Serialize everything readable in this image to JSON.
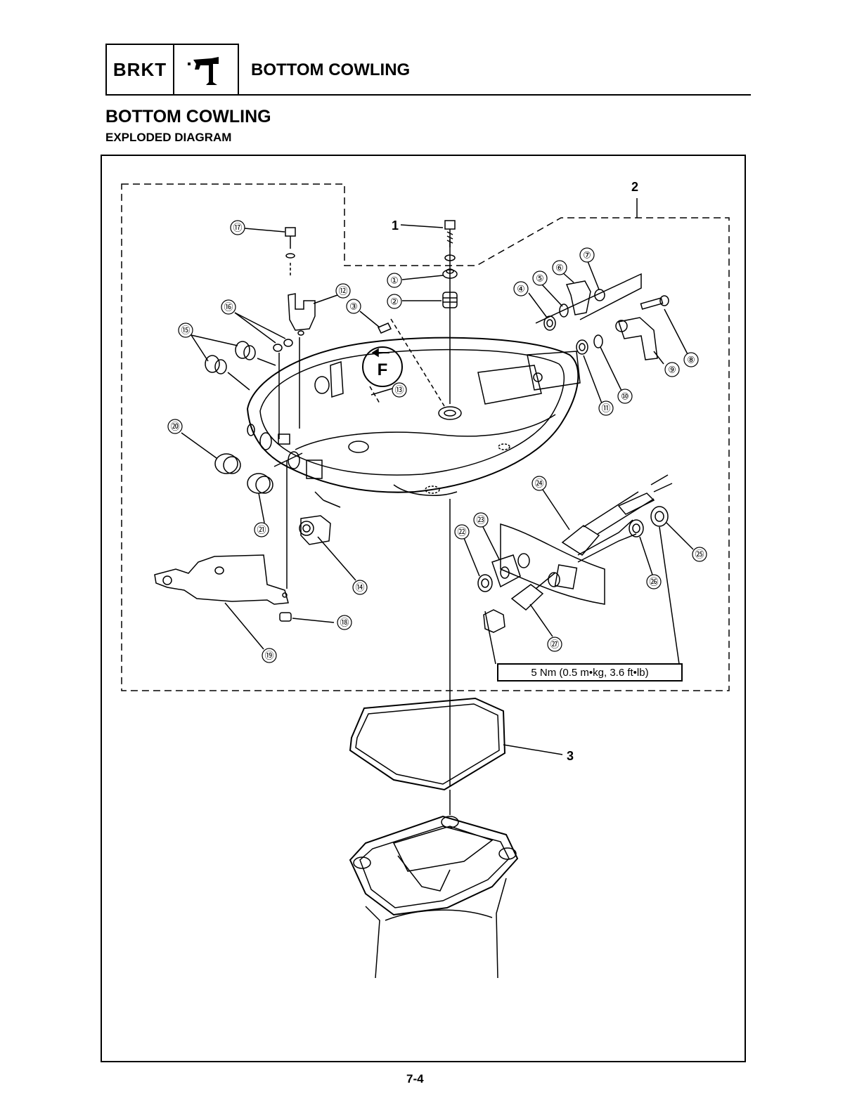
{
  "header": {
    "code": "BRKT",
    "section": "BOTTOM COWLING",
    "icon": "outboard-bracket-icon"
  },
  "page_title": "BOTTOM COWLING",
  "subtitle": "EXPLODED DIAGRAM",
  "assembly_labels": [
    "1",
    "2",
    "3"
  ],
  "part_labels": [
    "①",
    "②",
    "③",
    "④",
    "⑤",
    "⑥",
    "⑦",
    "⑧",
    "⑨",
    "⑩",
    "⑪",
    "⑫",
    "⑬",
    "⑭",
    "⑮",
    "⑯",
    "⑰",
    "⑱",
    "⑲",
    "⑳",
    "㉑",
    "㉒",
    "㉓",
    "㉔",
    "㉕",
    "㉖",
    "㉗"
  ],
  "direction_marker": "F",
  "torque_spec": "5 Nm (0.5 m•kg, 3.6 ft•lb)",
  "page_number": "7-4"
}
